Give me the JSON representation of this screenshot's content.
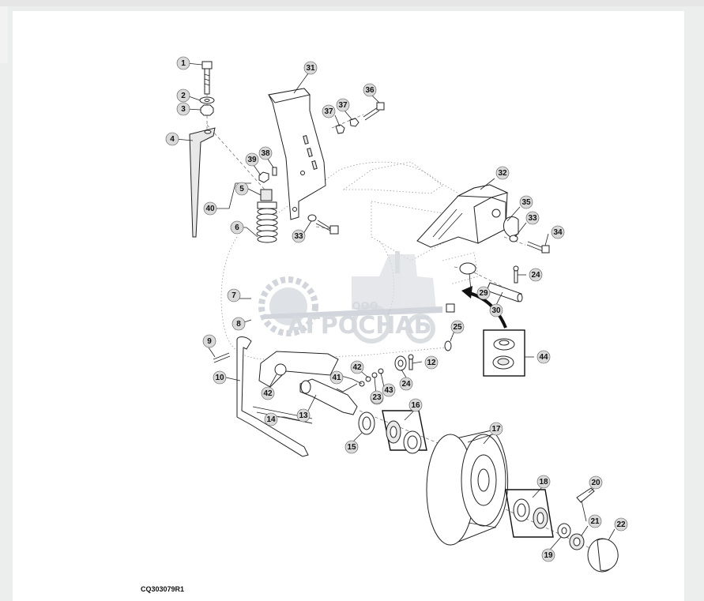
{
  "figure_id": "CQ303079R1",
  "watermark": {
    "company_prefix": "ООО",
    "company_name": "АГРОСНАБ"
  },
  "callouts": [
    {
      "label": "1"
    },
    {
      "label": "2"
    },
    {
      "label": "3"
    },
    {
      "label": "4"
    },
    {
      "label": "31"
    },
    {
      "label": "39"
    },
    {
      "label": "38"
    },
    {
      "label": "5"
    },
    {
      "label": "40"
    },
    {
      "label": "6"
    },
    {
      "label": "33"
    },
    {
      "label": "37"
    },
    {
      "label": "37"
    },
    {
      "label": "36"
    },
    {
      "label": "32"
    },
    {
      "label": "35"
    },
    {
      "label": "33"
    },
    {
      "label": "34"
    },
    {
      "label": "24"
    },
    {
      "label": "29"
    },
    {
      "label": "30"
    },
    {
      "label": "7"
    },
    {
      "label": "8"
    },
    {
      "label": "25"
    },
    {
      "label": "44"
    },
    {
      "label": "9"
    },
    {
      "label": "10"
    },
    {
      "label": "42"
    },
    {
      "label": "42"
    },
    {
      "label": "41"
    },
    {
      "label": "43"
    },
    {
      "label": "43"
    },
    {
      "label": "23"
    },
    {
      "label": "24"
    },
    {
      "label": "12"
    },
    {
      "label": "13"
    },
    {
      "label": "14"
    },
    {
      "label": "16"
    },
    {
      "label": "15"
    },
    {
      "label": "17"
    },
    {
      "label": "18"
    },
    {
      "label": "20"
    },
    {
      "label": "21"
    },
    {
      "label": "22"
    },
    {
      "label": "19"
    }
  ],
  "icons": {
    "watermark_logo": "tractor-gear-logo-icon",
    "seal_kit_44": "seal-kit-icon",
    "bearing_kit_16": "bearing-kit-icon",
    "bearing_kit_18": "bearing-kit-icon"
  }
}
